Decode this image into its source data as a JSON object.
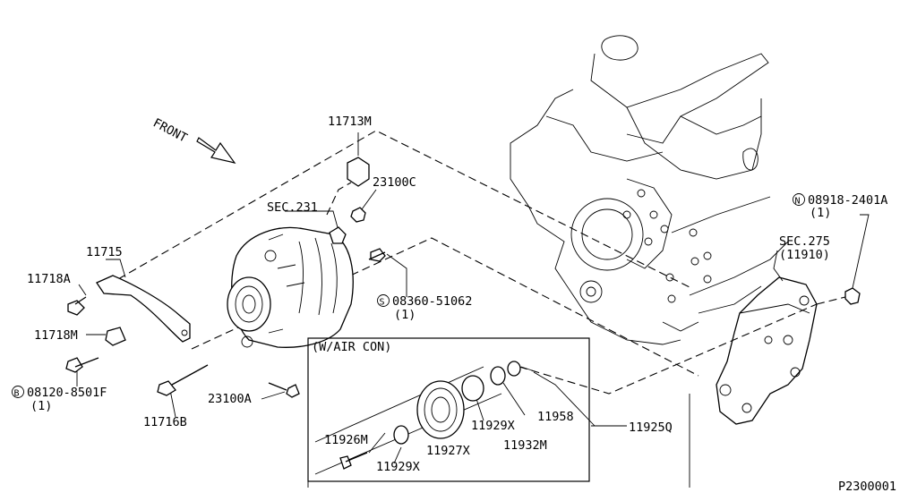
{
  "diagram": {
    "front_label": "FRONT",
    "drawing_number": "P2300001",
    "air_con_box_title": "(W/AIR CON)",
    "labels": {
      "p11713M": "11713M",
      "p23100C": "23100C",
      "sec231": "SEC.231",
      "p11715": "11715",
      "p11718A": "11718A",
      "p11718M": "11718M",
      "p08120": "08120-8501F",
      "p08120_qty": "(1)",
      "p11716B": "11716B",
      "p23100A": "23100A",
      "p08360": "08360-51062",
      "p08360_qty": "(1)",
      "p08918": "08918-2401A",
      "p08918_qty": "(1)",
      "sec275": "SEC.275",
      "sec275_ref": "(11910)",
      "p11926M": "11926M",
      "p11929X_a": "11929X",
      "p11927X": "11927X",
      "p11929X_b": "11929X",
      "p11932M": "11932M",
      "p11958": "11958",
      "p11925Q": "11925Q"
    },
    "circle_prefixes": {
      "bolt_b": "B",
      "screw_s": "S",
      "nut_n": "N"
    }
  }
}
